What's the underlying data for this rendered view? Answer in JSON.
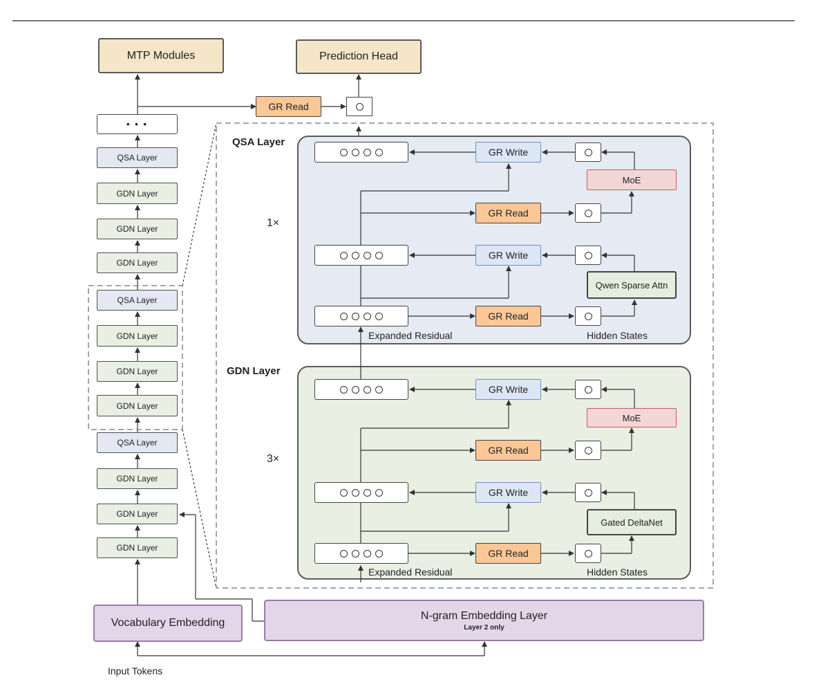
{
  "left_stack": {
    "mtp": "MTP Modules",
    "ellipsis": "• • •",
    "layers": [
      "QSA Layer",
      "GDN Layer",
      "GDN Layer",
      "GDN Layer",
      "QSA Layer",
      "GDN Layer",
      "GDN Layer",
      "GDN Layer",
      "QSA Layer",
      "GDN Layer",
      "GDN Layer",
      "GDN Layer"
    ]
  },
  "top": {
    "prediction_head": "Prediction Head",
    "gr_read": "GR Read"
  },
  "embeddings": {
    "vocab": "Vocabulary Embedding",
    "ngram": "N-gram Embedding Layer",
    "ngram_note": "Layer 2 only",
    "input": "Input Tokens"
  },
  "qsa_panel": {
    "title": "QSA Layer",
    "multiplier": "1×",
    "gr_write": "GR Write",
    "gr_read": "GR Read",
    "moe": "MoE",
    "attn": "Qwen Sparse Attn",
    "residual_label": "Expanded Residual",
    "hidden_label": "Hidden States"
  },
  "gdn_panel": {
    "title": "GDN Layer",
    "multiplier": "3×",
    "gr_write": "GR Write",
    "gr_read": "GR Read",
    "moe": "MoE",
    "attn": "Gated DeltaNet",
    "residual_label": "Expanded Residual",
    "hidden_label": "Hidden States"
  },
  "colors": {
    "tan": "#f5e6c8",
    "qsa_fill": "#e3e8f2",
    "gdn_fill": "#e9efe3",
    "purple": "#e3d6e8",
    "orange": "#fbc796",
    "blue": "#dde6f4",
    "red": "#f3d6d6"
  }
}
